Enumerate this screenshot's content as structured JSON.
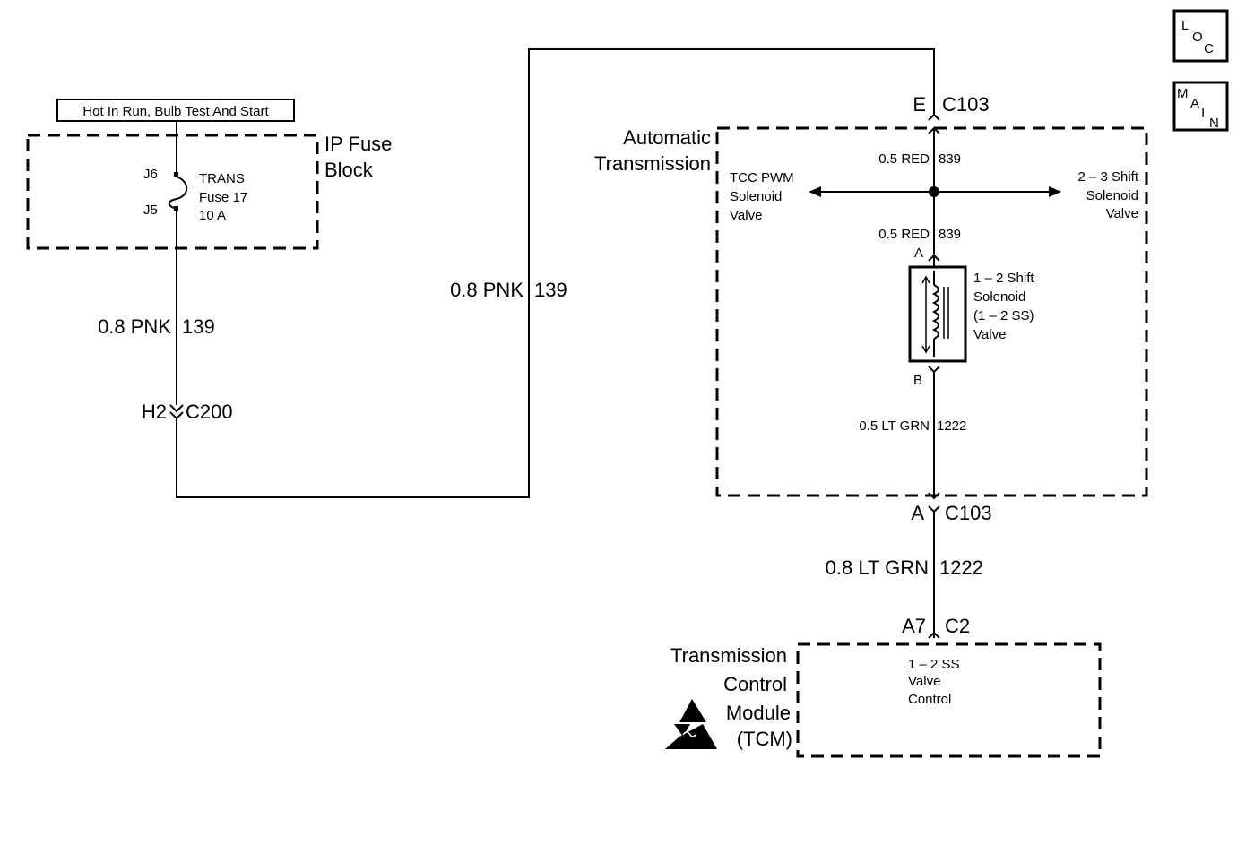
{
  "nav": {
    "loc": [
      "L",
      "O",
      "C"
    ],
    "main": [
      "M",
      "A",
      "I",
      "N"
    ]
  },
  "fuse_block": {
    "supply_label": "Hot In Run, Bulb Test And Start",
    "title": [
      "IP Fuse",
      "Block"
    ],
    "fuse_lines": [
      "TRANS",
      "Fuse 17",
      "10 A"
    ],
    "terminal_top": "J6",
    "terminal_bottom": "J5"
  },
  "wire_139_left": {
    "gauge_color": "0.8 PNK",
    "circuit": "139"
  },
  "wire_139_right": {
    "gauge_color": "0.8 PNK",
    "circuit": "139"
  },
  "conn_c200": {
    "pin": "H2",
    "name": "C200"
  },
  "conn_c103_top": {
    "pin": "E",
    "name": "C103"
  },
  "transmission": {
    "title": [
      "Automatic",
      "Transmission"
    ],
    "wire_top": {
      "gauge_color": "0.5 RED",
      "circuit": "839"
    },
    "wire_mid": {
      "gauge_color": "0.5 RED",
      "circuit": "839"
    },
    "tcc_label": [
      "TCC PWM",
      "Solenoid",
      "Valve"
    ],
    "shift23_label": [
      "2 – 3 Shift",
      "Solenoid",
      "Valve"
    ],
    "pin_a": "A",
    "pin_b": "B",
    "solenoid_label": [
      "1 – 2 Shift",
      "Solenoid",
      "(1 – 2 SS)",
      "Valve"
    ],
    "wire_bottom": {
      "gauge_color": "0.5 LT GRN",
      "circuit": "1222"
    }
  },
  "conn_c103_bottom": {
    "pin": "A",
    "name": "C103"
  },
  "wire_1222": {
    "gauge_color": "0.8 LT GRN",
    "circuit": "1222"
  },
  "conn_c2": {
    "pin": "A7",
    "name": "C2"
  },
  "tcm": {
    "title": [
      "Transmission",
      "Control",
      "Module",
      "(TCM)"
    ],
    "inner_label": [
      "1 – 2 SS",
      "Valve",
      "Control"
    ]
  }
}
